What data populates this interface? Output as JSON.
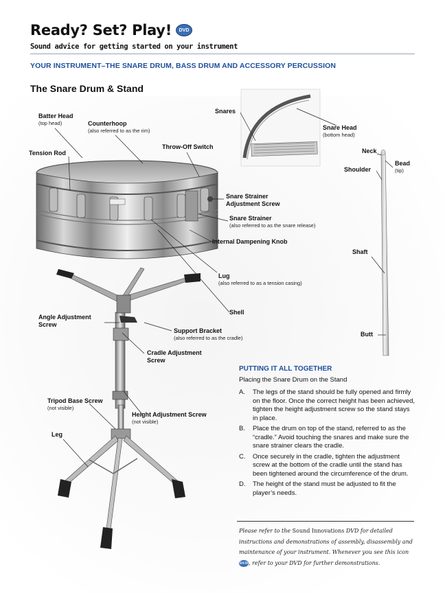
{
  "header": {
    "title": "Ready? Set? Play!",
    "dvd_icon_label": "DVD",
    "subtitle": "Sound advice for getting started on your instrument",
    "section_header": "YOUR INSTRUMENT–THE SNARE DRUM, BASS DRUM AND ACCESSORY PERCUSSION",
    "section_title": "The Snare Drum & Stand"
  },
  "diagram_labels": {
    "batter_head": "Batter Head",
    "batter_head_note": "(top head)",
    "counterhoop": "Counterhoop",
    "counterhoop_note": "(also referred to as the rim)",
    "tension_rod": "Tension Rod",
    "throw_off_switch": "Throw-Off Switch",
    "snares": "Snares",
    "snare_head": "Snare Head",
    "snare_head_note": "(bottom head)",
    "snare_strainer_adjustment_line1": "Snare Strainer",
    "snare_strainer_adjustment_line2": "Adjustment Screw",
    "snare_strainer": "Snare Strainer",
    "snare_strainer_note": "(also referred to as the snare release)",
    "internal_dampening_knob": "Internal Dampening Knob",
    "lug": "Lug",
    "lug_note": "(also referred to as a tension casing)",
    "shell": "Shell",
    "angle_adjustment_line1": "Angle Adjustment",
    "angle_adjustment_line2": "Screw",
    "support_bracket": "Support Bracket",
    "support_bracket_note": "(also referred to as the cradle)",
    "cradle_adjustment_line1": "Cradle Adjustment",
    "cradle_adjustment_line2": "Screw",
    "tripod_base_screw": "Tripod Base Screw",
    "tripod_base_screw_note": "(not visible)",
    "height_adjustment_screw": "Height Adjustment Screw",
    "height_adjustment_screw_note": "(not visible)",
    "leg": "Leg",
    "neck": "Neck",
    "bead": "Bead",
    "bead_note": "(tip)",
    "shoulder": "Shoulder",
    "shaft": "Shaft",
    "butt": "Butt"
  },
  "instructions": {
    "title": "PUTTING IT ALL TOGETHER",
    "subtitle": "Placing the Snare Drum on the Stand",
    "steps": [
      {
        "letter": "A.",
        "text": "The legs of the stand should be fully opened and firmly on the floor. Once the correct height has been achieved, tighten the height adjustment screw so the stand stays in place."
      },
      {
        "letter": "B.",
        "text": "Place the drum on top of the stand, referred to as the “cradle.” Avoid touching the snares and make sure the snare strainer clears the cradle."
      },
      {
        "letter": "C.",
        "text": "Once securely in the cradle, tighten the adjustment screw at the bottom of the cradle until the stand has been tightened around the circumference of the drum."
      },
      {
        "letter": "D.",
        "text": "The height of the stand must be adjusted to fit the player’s needs."
      }
    ]
  },
  "note": {
    "part1": "Please refer to the ",
    "brand": "Sound Innovations",
    "part2": " DVD for detailed instructions and demonstrations of assembly, disassembly and maintenance of your instrument. Whenever you see this icon ",
    "part3": ", refer to your DVD for further demonstrations."
  }
}
